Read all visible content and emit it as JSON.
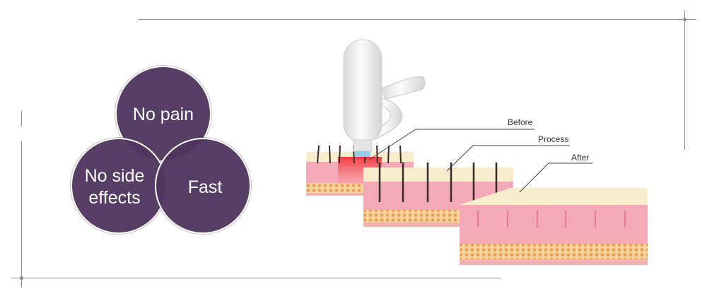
{
  "benefits": {
    "top": "No pain",
    "left_line1": "No side",
    "left_line2": "effects",
    "right": "Fast"
  },
  "stages": {
    "before": "Before",
    "process": "Process",
    "after": "After"
  },
  "colors": {
    "circle_fill": "#50365e",
    "skin_pink": "#f3a9b8",
    "epidermis": "#f7eccb",
    "fat_layer": "#f2c27a",
    "laser_red": "#e8202a",
    "device": "#ececec"
  }
}
